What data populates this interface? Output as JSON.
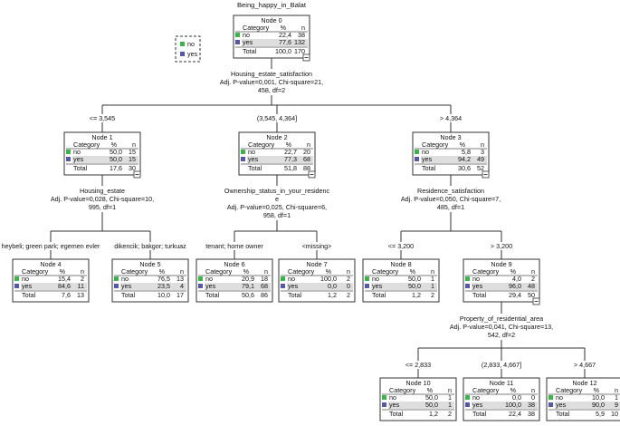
{
  "title": "Being_happy_in_Balat",
  "colors": {
    "no": "#3cb44b",
    "yes": "#5757a8"
  },
  "legend": {
    "no": "no",
    "yes": "yes"
  },
  "table_headers": {
    "category": "Category",
    "pct": "%",
    "n": "n",
    "total": "Total"
  },
  "nodes": [
    {
      "label": "Node 0",
      "no": [
        "22,4",
        "38"
      ],
      "yes": [
        "77,6",
        "132"
      ],
      "total": [
        "100,0",
        "170"
      ]
    },
    {
      "label": "Node 1",
      "no": [
        "50,0",
        "15"
      ],
      "yes": [
        "50,0",
        "15"
      ],
      "total": [
        "17,6",
        "30"
      ]
    },
    {
      "label": "Node 2",
      "no": [
        "22,7",
        "20"
      ],
      "yes": [
        "77,3",
        "68"
      ],
      "total": [
        "51,8",
        "88"
      ]
    },
    {
      "label": "Node 3",
      "no": [
        "5,8",
        "3"
      ],
      "yes": [
        "94,2",
        "49"
      ],
      "total": [
        "30,6",
        "52"
      ]
    },
    {
      "label": "Node 4",
      "no": [
        "15,4",
        "2"
      ],
      "yes": [
        "84,6",
        "11"
      ],
      "total": [
        "7,6",
        "13"
      ]
    },
    {
      "label": "Node 5",
      "no": [
        "76,5",
        "13"
      ],
      "yes": [
        "23,5",
        "4"
      ],
      "total": [
        "10,0",
        "17"
      ]
    },
    {
      "label": "Node 6",
      "no": [
        "20,9",
        "18"
      ],
      "yes": [
        "79,1",
        "68"
      ],
      "total": [
        "50,6",
        "86"
      ]
    },
    {
      "label": "Node 7",
      "no": [
        "100,0",
        "2"
      ],
      "yes": [
        "0,0",
        "0"
      ],
      "total": [
        "1,2",
        "2"
      ]
    },
    {
      "label": "Node 8",
      "no": [
        "50,0",
        "1"
      ],
      "yes": [
        "50,0",
        "1"
      ],
      "total": [
        "1,2",
        "2"
      ]
    },
    {
      "label": "Node 9",
      "no": [
        "4,0",
        "2"
      ],
      "yes": [
        "96,0",
        "48"
      ],
      "total": [
        "29,4",
        "50"
      ]
    },
    {
      "label": "Node 10",
      "no": [
        "50,0",
        "1"
      ],
      "yes": [
        "50,0",
        "1"
      ],
      "total": [
        "1,2",
        "2"
      ]
    },
    {
      "label": "Node 11",
      "no": [
        "0,0",
        "0"
      ],
      "yes": [
        "100,0",
        "38"
      ],
      "total": [
        "22,4",
        "38"
      ]
    },
    {
      "label": "Node 12",
      "no": [
        "10,0",
        "1"
      ],
      "yes": [
        "90,0",
        "9"
      ],
      "total": [
        "5,9",
        "10"
      ]
    }
  ],
  "splits": [
    {
      "lines": [
        "Housing_estate_satisfaction",
        "Adj. P-value=0,001, Chi-square=21,",
        "458, df=2"
      ]
    },
    {
      "lines": [
        "Housing_estate",
        "Adj. P-value=0,028, Chi-square=10,",
        "995, df=1"
      ]
    },
    {
      "lines": [
        "Ownership_status_in_your_residenc",
        "e",
        "Adj. P-value=0,025, Chi-square=6,",
        "958, df=1"
      ]
    },
    {
      "lines": [
        "Residence_satisfaction",
        "Adj. P-value=0,050, Chi-square=7,",
        "485, df=1"
      ]
    },
    {
      "lines": [
        "Property_of_residential_area",
        "Adj. P-value=0,041, Chi-square=13,",
        "542, df=2"
      ]
    }
  ],
  "branches": [
    "<= 3,545",
    "(3,545, 4,364]",
    "> 4,364",
    "heybeli; green park; egemen evler",
    "dikencik; bakgor; turkuaz",
    "tenant; home owner",
    "<missing>",
    "<= 3,200",
    "> 3,200",
    "<= 2,833",
    "(2,833, 4,667]",
    "> 4,667"
  ]
}
